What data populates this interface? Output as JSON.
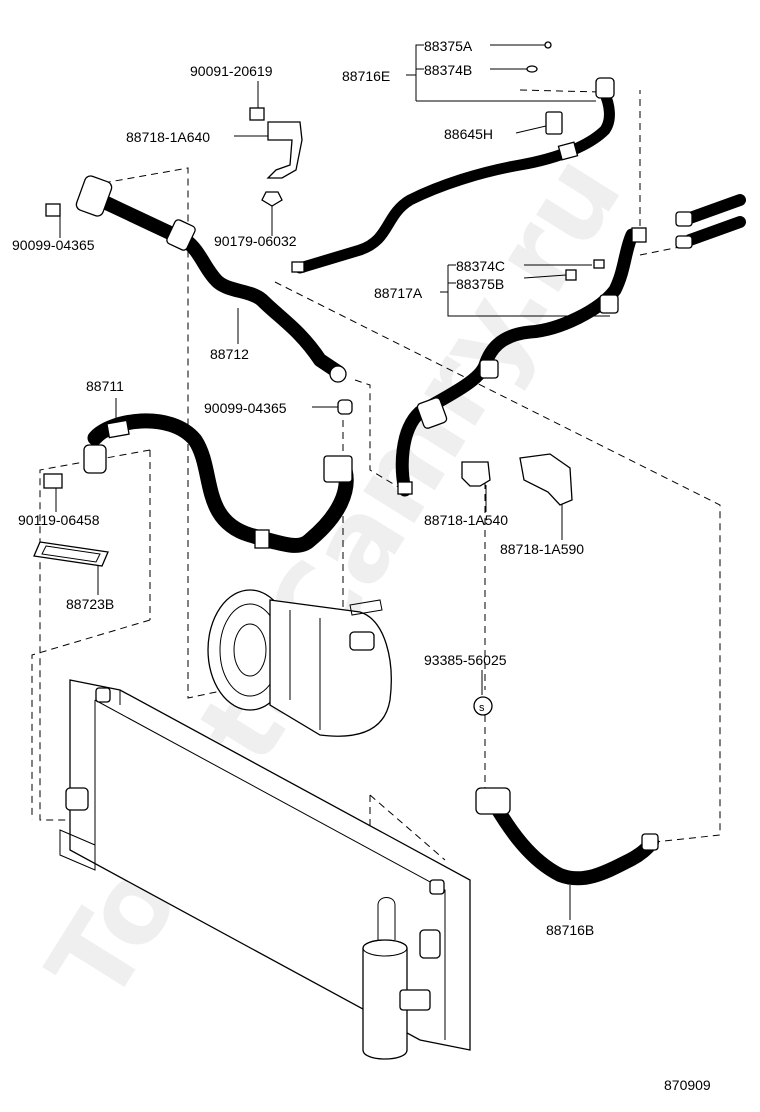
{
  "watermark": "ToyotaCamry.ru",
  "diagram_code": "870909",
  "labels": {
    "p88375A": "88375A",
    "p88374B": "88374B",
    "p88716E": "88716E",
    "p90091": "90091-20619",
    "p88718_1A640": "88718-1A640",
    "p88645H": "88645H",
    "p90099_top": "90099-04365",
    "p90179": "90179-06032",
    "p88374C": "88374C",
    "p88375B": "88375B",
    "p88717A": "88717A",
    "p88712": "88712",
    "p88711": "88711",
    "p90099_mid": "90099-04365",
    "p90119": "90119-06458",
    "p88718_1A540": "88718-1A540",
    "p88718_1A590": "88718-1A590",
    "p88723B": "88723B",
    "p93385": "93385-56025",
    "p88716B": "88716B"
  }
}
